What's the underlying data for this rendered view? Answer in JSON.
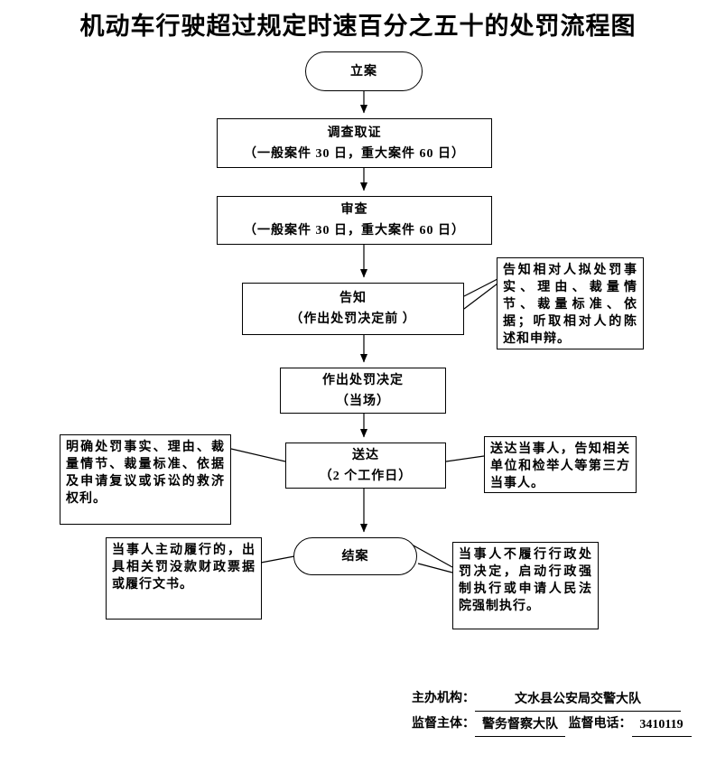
{
  "title": "机动车行驶超过规定时速百分之五十的处罚流程图",
  "nodes": {
    "start": {
      "label": "立案"
    },
    "investigate": {
      "line1": "调查取证",
      "line2": "（一般案件 30 日，重大案件 60 日）"
    },
    "review": {
      "line1": "审查",
      "line2": "（一般案件 30 日，重大案件 60 日）"
    },
    "notify": {
      "line1": "告知",
      "line2": "（作出处罚决定前 ）"
    },
    "decide": {
      "line1": "作出处罚决定",
      "line2": "（当场）"
    },
    "deliver": {
      "line1": "送达",
      "line2": "（2 个工作日）"
    },
    "close": {
      "label": "结案"
    }
  },
  "notes": {
    "notify_right": "告知相对人拟处罚事实、理由、裁量情节、裁量标准、依据；听取相对人的陈述和申辩。",
    "deliver_left": "明确处罚事实、理由、裁量情节、裁量标准、依据及申请复议或诉讼的救济权利。",
    "deliver_right": "送达当事人，告知相关单位和检举人等第三方当事人。",
    "close_left": "当事人主动履行的，出具相关罚没款财政票据或履行文书。",
    "close_right": "当事人不履行行政处罚决定，启动行政强制执行或申请人民法院强制执行。"
  },
  "footer": {
    "org_label": "主办机构：",
    "org_value": "文水县公安局交警大队",
    "supervisor_label": "监督主体：",
    "supervisor_value": "警务督察大队",
    "phone_label": "监督电话：",
    "phone_value": "3410119"
  },
  "colors": {
    "ink": "#000000",
    "background": "#ffffff"
  }
}
